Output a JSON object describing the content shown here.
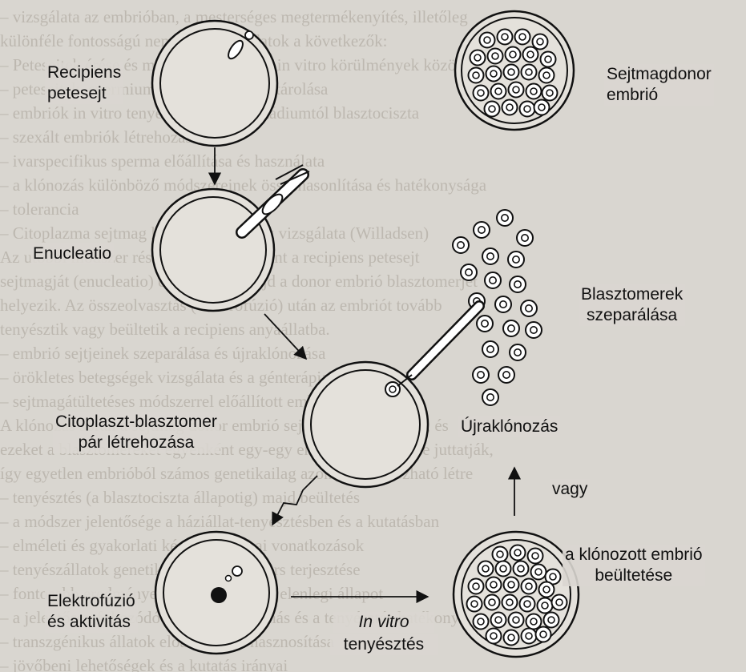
{
  "labels": {
    "recipiens": "Recipiens\npetesejt",
    "sejtmagdonor": "Sejtmagdonor\nembrió",
    "enucleatio": "Enucleatio",
    "blasztomerek": "Blasztomerek\nszeparálása",
    "citoplaszt": "Citoplaszt-blasztomer\npár létrehozása",
    "ujraklonozas": "Újraklónozás",
    "vagy": "vagy",
    "beultetese": "a klónozott embrió\nbeültetése",
    "elektrofuzio": "Elektrofúzió\nés aktivitás",
    "invitro": "In vitro",
    "tenyesztes": "tenyésztés"
  },
  "background_text": [
    "– vizsgálata az embrióban, a mesterséges megtermékenyítés, illetőleg",
    "különféle fontosságú nemzetközi feladatok a következők:",
    "– Petesejtek érése és megtermékenyítése in vitro körülmények között",
    "– petesejtek, spermiumok mélyhűtése és tárolása",
    "– embriók in vitro tenyésztése (zigóta stádiumtól blasztociszta",
    "– szexált embriók létrehozása",
    "– ivarspecifikus sperma előállítása és használata",
    "– a klónozás különböző módszereinek összehasonlítása és hatékonysága",
    "– tolerancia",
    "– Citoplazma sejtmag kölcsönhatásainak vizsgálata (Willadsen)",
    "Az utóbbi módszer részletes leírása szerint a recipiens petesejt",
    "sejtmagját (enucleatio) eltávolítják, majd a donor embrió blasztomerjét",
    "helyezik. Az összeolvasztás (elektrofúzió) után az embriót tovább",
    "tenyésztik vagy beültetik a recipiens anyaállatba.",
    "– embrió sejtjeinek szeparálása és újraklónozása",
    "– örökletes betegségek vizsgálata és a génterápia lehetőségei",
    "– sejtmagátültetéses módszerrel előállított embriók fejlődése",
    "A klónozás során a sejtmag donor embrió sejtjeit szétválasztják, és",
    "ezeket a blasztomereket egyenként egy-egy enukleált petesejtbe juttatják,",
    "így egyetlen embrióból számos genetikailag azonos utód hozható létre",
    "– tenyésztés (a blasztociszta állapotig) majd beültetés",
    "– a módszer jelentősége a háziállat-tenyésztésben és a kutatásban",
    "– elméleti és gyakorlati kérdések, etikai vonatkozások",
    "– tenyészállatok genetikai értékének gyors terjesztése",
    "– fontosabb eredmények összefoglalása, jelenlegi állapot",
    "– a jelentősen fokozódó szelekciós nyomás és a tenyésztés hatékonysága",
    "– transzgénikus állatok előállítása és hasznosítása",
    "– jövőbeni lehetőségek és a kutatás irányai"
  ]
}
